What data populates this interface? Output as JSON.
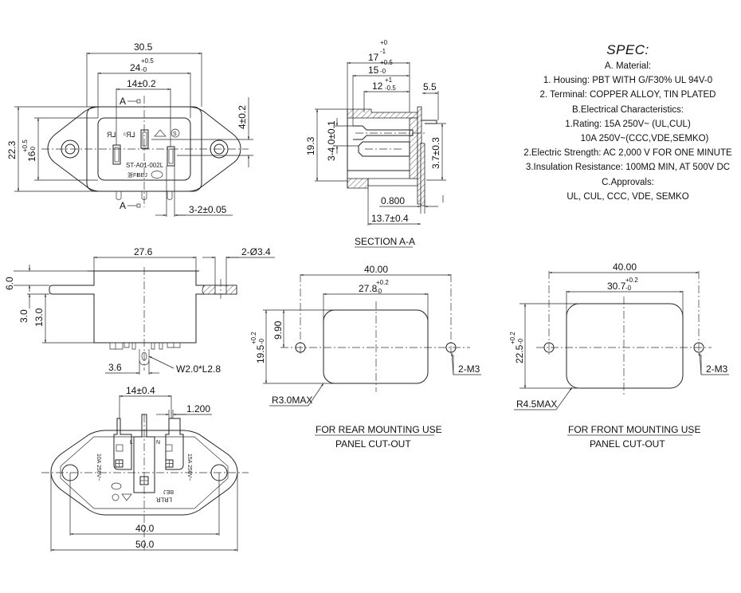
{
  "spec": {
    "title": "SPEC:",
    "lines": [
      "A. Material:",
      "1.  Housing: PBT WITH G/F30%  UL 94V-0",
      "2.  Terminal: COPPER ALLOY, TIN PLATED",
      "B.Electrical Characteristics:",
      "1.Rating:  15A 250V~ (UL,CUL)",
      "10A 250V~(CCC,VDE,SEMKO)",
      "2.Electric Strength: AC 2,000 V FOR ONE MINUTE",
      "3.Insulation Resistance: 100MΩ MIN, AT 500V DC",
      "C.Approvals:",
      "UL, CUL, CCC, VDE, SEMKO"
    ]
  },
  "front_view": {
    "dim_width_total": "30.5",
    "dim_width_inner": "24",
    "dim_width_inner_tol_upper": "+0.5",
    "dim_width_inner_tol_lower": "-0",
    "dim_pin_spacing": "14±0.2",
    "section_marker_top": "A",
    "section_marker_bottom": "A",
    "dim_height_total": "22.3",
    "dim_height_inner": "16",
    "dim_height_inner_tol_upper": "+0.5",
    "dim_height_inner_tol_lower": "-0",
    "dim_pin_offset": "4±0.2",
    "dim_pin_width": "3-2±0.05",
    "part_number": "ST-A01-002L",
    "marking_bej": "BEJ",
    "marking_cn": "浙FI"
  },
  "section_view": {
    "dim_17": "17",
    "dim_17_tol_upper": "+0",
    "dim_17_tol_lower": "-1",
    "dim_15": "15",
    "dim_15_tol_upper": "+0.5",
    "dim_15_tol_lower": "-0",
    "dim_12": "12",
    "dim_12_tol_upper": "+1",
    "dim_12_tol_lower": "-0.5",
    "dim_5_5": "5.5",
    "dim_19_3": "19.3",
    "dim_pin_dia": "3-4.0±0.1",
    "dim_3_7": "3.7±0.3",
    "dim_0_800": "0.800",
    "dim_13_7": "13.7±0.4",
    "title": "SECTION A-A"
  },
  "side_view": {
    "dim_27_6": "27.6",
    "dim_hole": "2-Ø3.4",
    "dim_6_0": "6.0",
    "dim_3_0": "3.0",
    "dim_13_0": "13.0",
    "dim_3_6": "3.6",
    "dim_slot": "W2.0*L2.8"
  },
  "rear_view": {
    "dim_pin_spacing": "14±0.4",
    "dim_1_200": "1.200",
    "dim_40_0": "40.0",
    "dim_50_0": "50.0",
    "marking_left": "10A 250V~",
    "marking_right": "15A 250V~",
    "marking_bej": "BEJ",
    "marking_l": "L",
    "marking_n": "N"
  },
  "rear_cutout": {
    "dim_40_00": "40.00",
    "dim_27_8": "27.8",
    "dim_27_8_tol_upper": "+0.2",
    "dim_27_8_tol_lower": "-0",
    "dim_9_90": "9.90",
    "dim_19_5": "19.5",
    "dim_19_5_tol_upper": "+0.2",
    "dim_19_5_tol_lower": "-0",
    "dim_m3": "2-M3",
    "dim_radius": "R3.0MAX",
    "caption_1": "FOR REAR MOUNTING USE",
    "caption_2": "PANEL CUT-OUT"
  },
  "front_cutout": {
    "dim_40_00": "40.00",
    "dim_30_7": "30.7",
    "dim_30_7_tol_upper": "+0.2",
    "dim_30_7_tol_lower": "-0",
    "dim_22_5": "22.5",
    "dim_22_5_tol_upper": "+0.2",
    "dim_22_5_tol_lower": "-0",
    "dim_m3": "2-M3",
    "dim_radius": "R4.5MAX",
    "caption_1": "FOR FRONT MOUNTING USE",
    "caption_2": "PANEL CUT-OUT"
  }
}
